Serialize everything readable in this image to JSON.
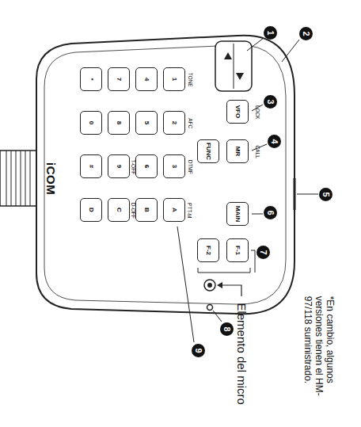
{
  "diagram": {
    "nodes": [
      {
        "text": [
          "VFO"
        ]
      },
      {
        "text": [
          "MR"
        ]
      },
      {
        "text": [
          "MAIN"
        ]
      },
      {
        "text": [
          "F-1"
        ]
      },
      {
        "text": [
          "F-2"
        ]
      },
      {
        "text": [
          "FUNC"
        ]
      },
      {
        "text": [
          "1"
        ]
      },
      {
        "text": [
          "2"
        ]
      },
      {
        "text": [
          "3"
        ]
      },
      {
        "text": [
          "A"
        ]
      },
      {
        "text": [
          "4"
        ]
      },
      {
        "text": [
          "5"
        ]
      },
      {
        "text": [
          "6"
        ]
      },
      {
        "text": [
          "B"
        ]
      },
      {
        "text": [
          "7"
        ]
      },
      {
        "text": [
          "8"
        ]
      },
      {
        "text": [
          "9"
        ]
      },
      {
        "text": [
          "C"
        ]
      },
      {
        "text": [
          "*"
        ]
      },
      {
        "text": [
          "0"
        ]
      },
      {
        "text": [
          "#"
        ]
      },
      {
        "text": [
          "D"
        ]
      }
    ],
    "labels": [
      "Elemento del micro",
      "*En cambio, algunos versiones tienen el HM-97/118 suministrado.",
      "iCOM",
      "1",
      "2",
      "3",
      "4",
      "5",
      "6",
      "7",
      "8",
      "9",
      "LOCK",
      "CALL",
      "TONE",
      "AFC",
      "DTMF",
      "PTT-M",
      "T-OFF",
      "D-OFF"
    ]
  }
}
